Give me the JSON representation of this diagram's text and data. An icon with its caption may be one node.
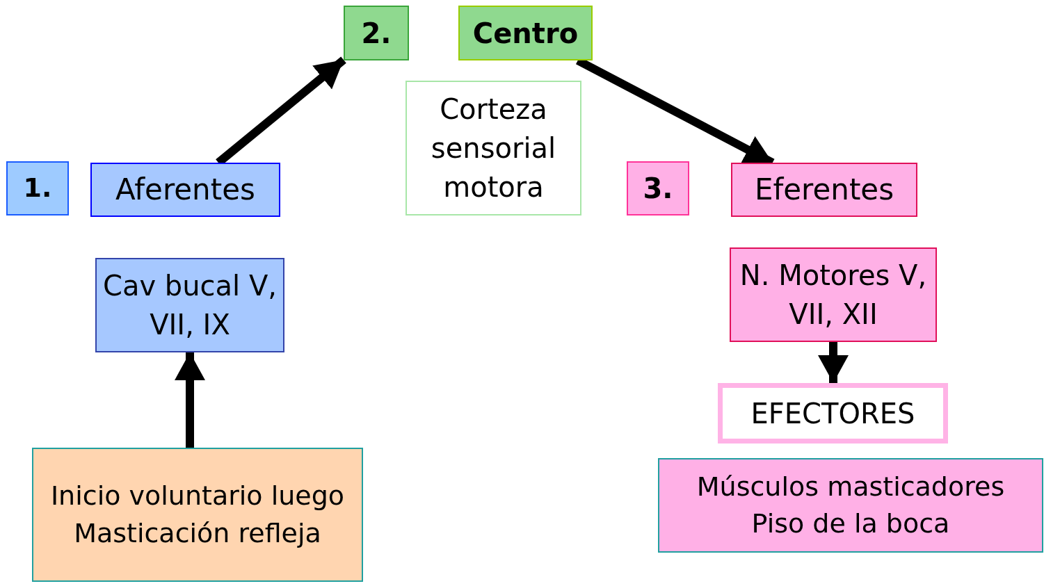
{
  "diagram": {
    "nodes": [
      {
        "text": [
          "1."
        ]
      },
      {
        "text": [
          "Aferentes"
        ]
      },
      {
        "text": [
          "2."
        ]
      },
      {
        "text": [
          "Centro"
        ]
      },
      {
        "text": [
          "Corteza sensorial motora"
        ]
      },
      {
        "text": [
          "3."
        ]
      },
      {
        "text": [
          "Eferentes"
        ]
      },
      {
        "text": [
          "Cav bucal V, VII, IX"
        ]
      },
      {
        "text": [
          "N. Motores V, VII, XII"
        ]
      },
      {
        "text": [
          "EFECTORES"
        ]
      },
      {
        "text": [
          "Inicio voluntario luego Masticación refleja"
        ]
      },
      {
        "text": [
          "Músculos masticadores Piso de la boca"
        ]
      }
    ],
    "edges": [
      {
        "from": 1,
        "to": 2,
        "arrow": "to"
      },
      {
        "from": 3,
        "to": 6,
        "arrow": "to"
      },
      {
        "from": 10,
        "to": 7,
        "arrow": "to"
      },
      {
        "from": 8,
        "to": 9,
        "arrow": "to"
      }
    ]
  }
}
